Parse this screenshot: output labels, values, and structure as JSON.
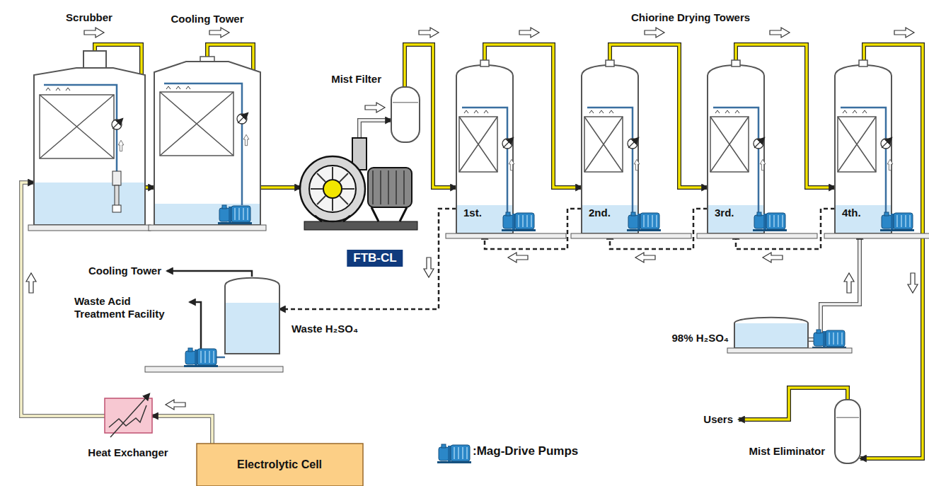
{
  "diagram": {
    "nodes": [
      {
        "text": [
          "Scrubber"
        ]
      },
      {
        "text": [
          "Cooling Tower"
        ]
      },
      {
        "text": [
          "FTB-CL"
        ]
      },
      {
        "text": [
          "Mist Filter"
        ]
      },
      {
        "text": [
          "1st."
        ]
      },
      {
        "text": [
          "2nd."
        ]
      },
      {
        "text": [
          "3rd."
        ]
      },
      {
        "text": [
          "4th."
        ]
      },
      {
        "text": [
          "98% H₂SO₄"
        ]
      },
      {
        "text": [
          "Waste H₂SO₄"
        ]
      },
      {
        "text": [
          "Heat Exchanger"
        ]
      },
      {
        "text": [
          "Electrolytic Cell"
        ]
      },
      {
        "text": [
          "Mist Eliminator"
        ]
      }
    ],
    "edges": [
      {
        "from": 11,
        "to": 10,
        "arrow": "to"
      },
      {
        "from": 10,
        "to": 0,
        "arrow": "to"
      },
      {
        "from": 0,
        "to": 1,
        "arrow": "to"
      },
      {
        "from": 1,
        "to": 2,
        "arrow": "to"
      },
      {
        "from": 2,
        "to": 3,
        "arrow": "to"
      },
      {
        "from": 3,
        "to": 4,
        "arrow": "to"
      },
      {
        "from": 4,
        "to": 5,
        "arrow": "to"
      },
      {
        "from": 5,
        "to": 6,
        "arrow": "to"
      },
      {
        "from": 6,
        "to": 7,
        "arrow": "to"
      },
      {
        "from": 7,
        "to": 12,
        "arrow": "to"
      },
      {
        "from": 8,
        "to": 7,
        "arrow": "to"
      },
      {
        "from": 7,
        "to": 6,
        "arrow": "to"
      },
      {
        "from": 6,
        "to": 5,
        "arrow": "to"
      },
      {
        "from": 5,
        "to": 4,
        "arrow": "to"
      },
      {
        "from": 4,
        "to": 9,
        "arrow": "to"
      }
    ],
    "labels": [
      "Chiorine Drying Towers",
      "Cooling Tower",
      "Waste Acid Treatment Facility",
      "Users"
    ],
    "legend": [
      {
        "text": ":Mag-Drive Pumps"
      }
    ]
  }
}
